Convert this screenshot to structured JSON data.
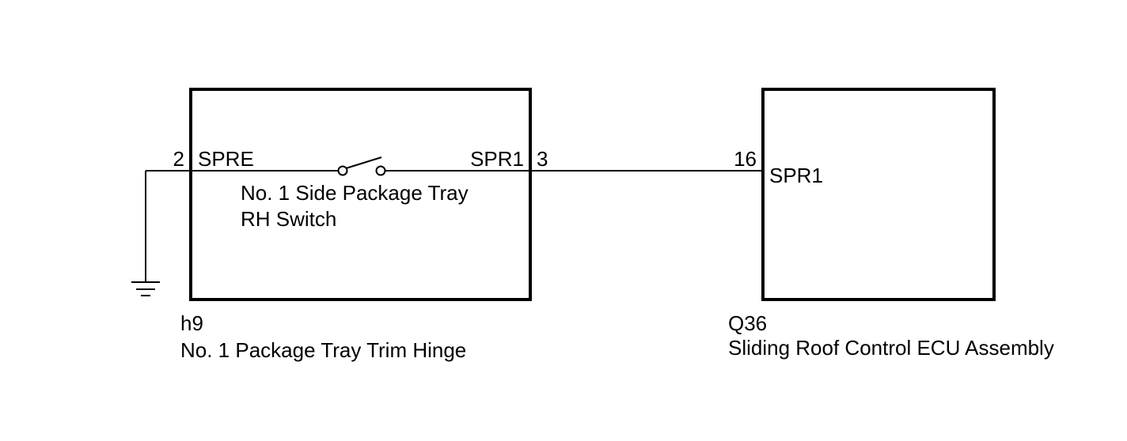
{
  "connector_left": {
    "code": "h9",
    "name": "No. 1 Package Tray Trim Hinge",
    "terminal_in": {
      "number": "2",
      "signal": "SPRE"
    },
    "terminal_out": {
      "number": "3",
      "signal": "SPR1"
    },
    "switch": {
      "label_line1": "No. 1 Side Package Tray",
      "label_line2": "RH Switch"
    }
  },
  "connector_right": {
    "code": "Q36",
    "name": "Sliding Roof Control ECU Assembly",
    "terminal": {
      "number": "16",
      "signal": "SPR1"
    }
  },
  "colors": {
    "line": "#000000",
    "background": "#ffffff"
  },
  "icons": {
    "ground": "ground-icon",
    "switch": "switch-icon"
  }
}
